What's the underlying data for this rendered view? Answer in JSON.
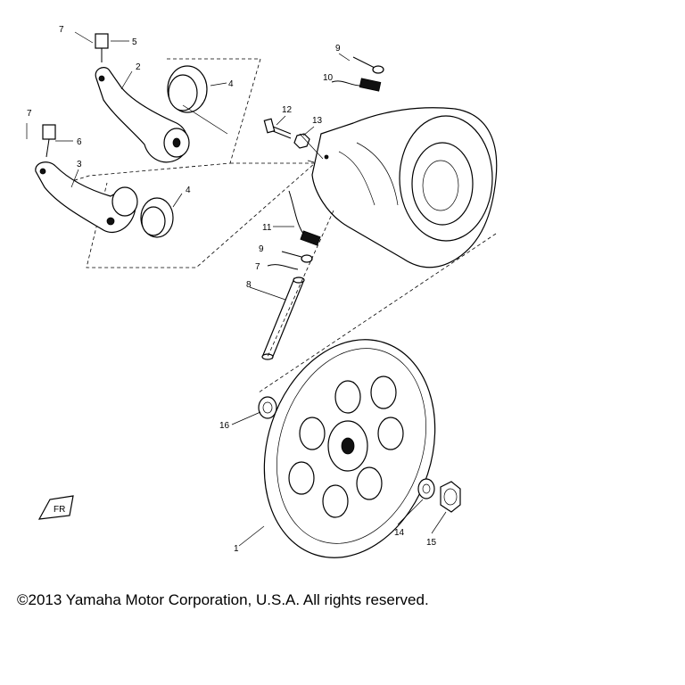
{
  "copyright": "©2013 Yamaha Motor Corporation, U.S.A. All rights reserved.",
  "callouts": [
    "7",
    "5",
    "2",
    "4",
    "7",
    "6",
    "3",
    "4",
    "9",
    "10",
    "12",
    "13",
    "11",
    "9",
    "7",
    "8",
    "16",
    "1",
    "14",
    "15"
  ],
  "front_mark": "FR"
}
